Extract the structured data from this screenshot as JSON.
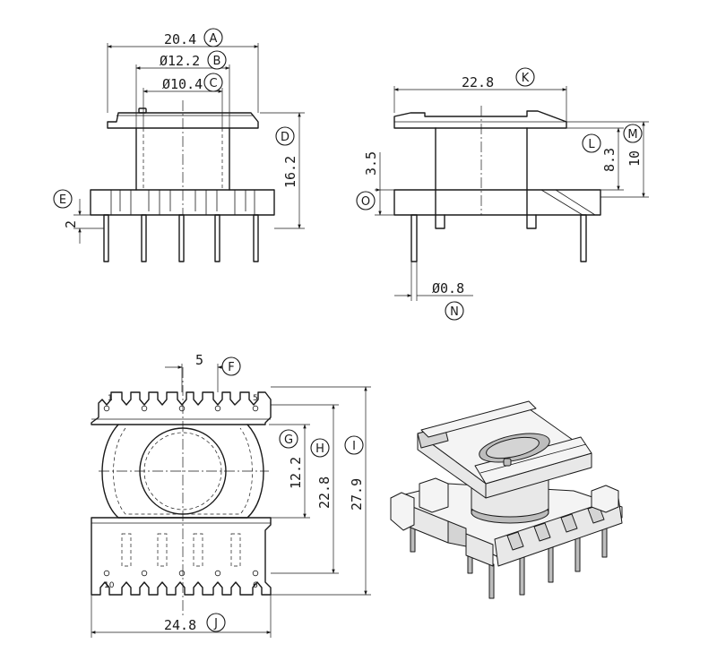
{
  "front_view": {
    "dim_width": "20.4",
    "dim_flange_dia": "Ø12.2",
    "dim_bore_dia": "Ø10.4",
    "dim_height": "16.2",
    "dim_pin_standoff": "2"
  },
  "side_view": {
    "dim_width": "22.8",
    "dim_inner_height": "8.3",
    "dim_total_height": "10",
    "dim_base_height": "3.5",
    "dim_pin_dia": "Ø0.8"
  },
  "bottom_view": {
    "dim_pitch": "5",
    "dim_core": "12.2",
    "dim_inner": "22.8",
    "dim_outer": "27.9",
    "dim_width": "24.8",
    "pin_labels": [
      "1",
      "5",
      "10",
      "6"
    ]
  },
  "tags": {
    "A": "A",
    "B": "B",
    "C": "C",
    "D": "D",
    "E": "E",
    "F": "F",
    "G": "G",
    "H": "H",
    "I": "I",
    "J": "J",
    "K": "K",
    "L": "L",
    "M": "M",
    "N": "N",
    "O": "O"
  },
  "colors": {
    "line": "#1a1a1a",
    "background": "#ffffff"
  }
}
